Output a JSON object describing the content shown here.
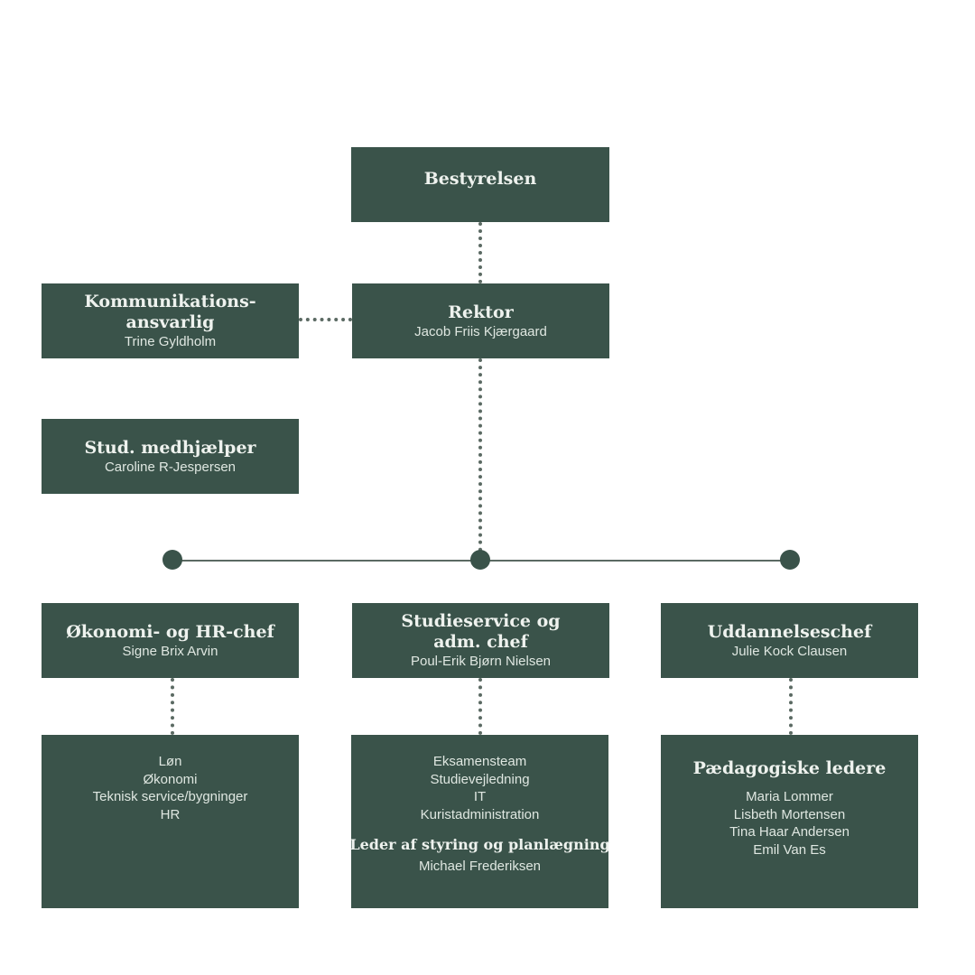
{
  "board": {
    "title": "Bestyrelsen"
  },
  "rector": {
    "title": "Rektor",
    "name": "Jacob Friis Kjærgaard"
  },
  "communications": {
    "title_line1": "Kommunikations-",
    "title_line2": "ansvarlig",
    "name": "Trine Gyldholm"
  },
  "student_assistant": {
    "title": "Stud. medhjælper",
    "name": "Caroline R-Jespersen"
  },
  "finance_hr": {
    "title": "Økonomi- og HR-chef",
    "name": "Signe Brix Arvin",
    "units": [
      "Løn",
      "Økonomi",
      "Teknisk service/bygninger",
      "HR"
    ]
  },
  "student_service": {
    "title_line1": "Studieservice og",
    "title_line2": "adm. chef",
    "name": "Poul-Erik Bjørn Nielsen",
    "units": [
      "Eksamensteam",
      "Studievejledning",
      "IT",
      "Kuristadministration"
    ],
    "sub_title": "Leder af styring og planlægning",
    "sub_name": "Michael Frederiksen"
  },
  "education": {
    "title": "Uddannelseschef",
    "name": "Julie Kock Clausen",
    "sub_title": "Pædagogiske ledere",
    "leaders": [
      "Maria Lommer",
      "Lisbeth Mortensen",
      "Tina Haar Andersen",
      "Emil Van Es"
    ]
  },
  "colors": {
    "box": "#3a534a",
    "text": "#eef2ee",
    "connector": "#5b6a63"
  }
}
